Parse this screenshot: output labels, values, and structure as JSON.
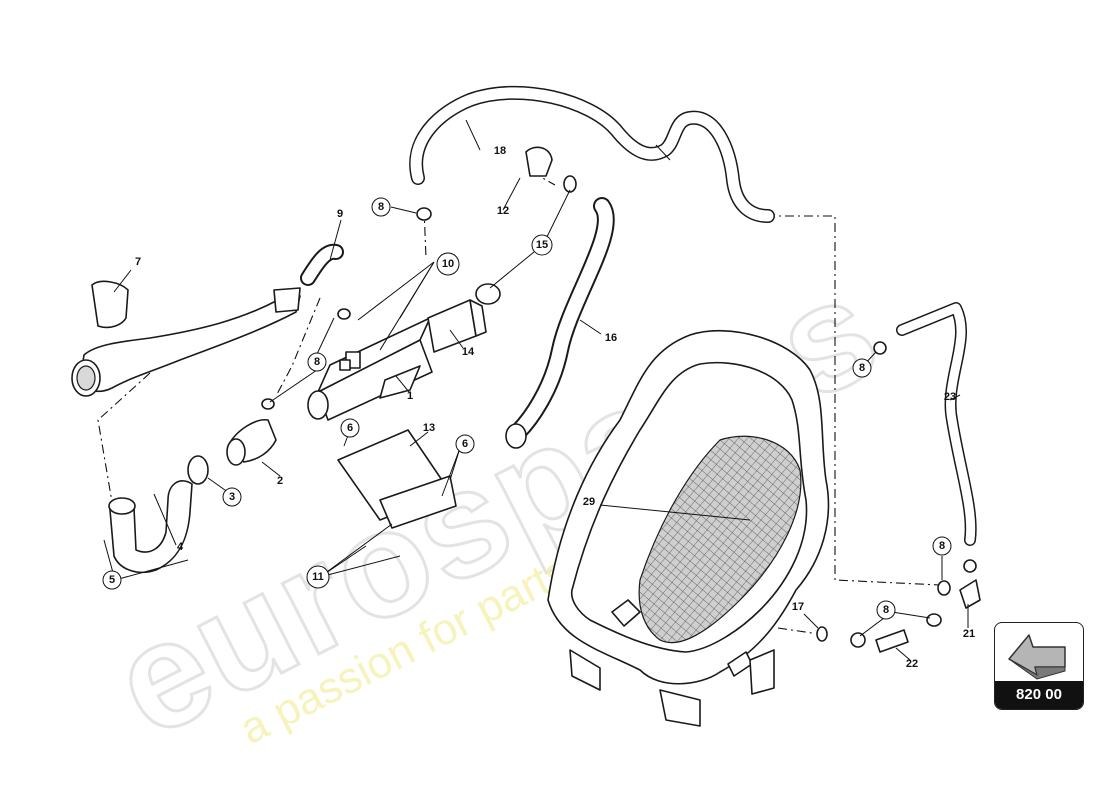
{
  "watermark": {
    "brand": "eurospares",
    "tagline": "a passion for parts since 1985"
  },
  "parts": [
    {
      "id": "p1",
      "label": "1"
    },
    {
      "id": "p2",
      "label": "2"
    },
    {
      "id": "p3",
      "label": "3"
    },
    {
      "id": "p4",
      "label": "4"
    },
    {
      "id": "p5",
      "label": "5"
    },
    {
      "id": "p6a",
      "label": "6"
    },
    {
      "id": "p6b",
      "label": "6"
    },
    {
      "id": "p7",
      "label": "7"
    },
    {
      "id": "p8a",
      "label": "8"
    },
    {
      "id": "p8b",
      "label": "8"
    },
    {
      "id": "p8c",
      "label": "8"
    },
    {
      "id": "p8d",
      "label": "8"
    },
    {
      "id": "p8e",
      "label": "8"
    },
    {
      "id": "p9",
      "label": "9"
    },
    {
      "id": "p10",
      "label": "10"
    },
    {
      "id": "p11",
      "label": "11"
    },
    {
      "id": "p12",
      "label": "12"
    },
    {
      "id": "p13",
      "label": "13"
    },
    {
      "id": "p14",
      "label": "14"
    },
    {
      "id": "p15",
      "label": "15"
    },
    {
      "id": "p16",
      "label": "16"
    },
    {
      "id": "p17",
      "label": "17"
    },
    {
      "id": "p18",
      "label": "18"
    },
    {
      "id": "p21",
      "label": "21"
    },
    {
      "id": "p22",
      "label": "22"
    },
    {
      "id": "p23",
      "label": "23"
    },
    {
      "id": "p29",
      "label": "29"
    }
  ],
  "page_reference": {
    "code": "820 00",
    "icon": "arrow-pointer-icon"
  }
}
